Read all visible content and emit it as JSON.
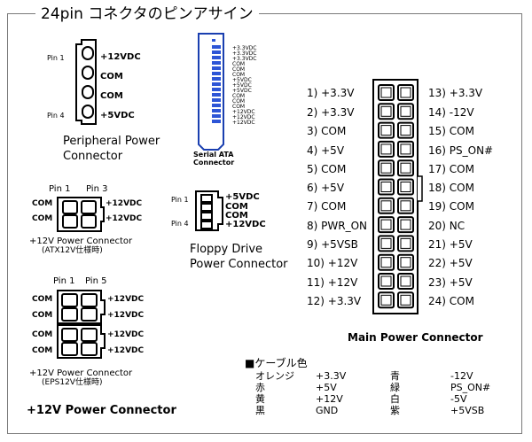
{
  "title": "24pin コネクタのピンアサイン",
  "peripheral": {
    "pin1": "Pin 1",
    "pin4": "Pin 4",
    "labels": [
      "+12VDC",
      "COM",
      "COM",
      "+5VDC"
    ],
    "caption": [
      "Peripheral Power",
      "Connector"
    ]
  },
  "sata": {
    "labels": [
      "+3.3VDC",
      "+3.3VDC",
      "+3.3VDC",
      "COM",
      "COM",
      "COM",
      "+5VDC",
      "+5VDC",
      "+5VDC",
      "COM",
      "COM",
      "COM",
      "+12VDC",
      "+12VDC",
      "+12VDC"
    ],
    "caption": [
      "Serial ATA",
      "Connector"
    ]
  },
  "atx12v": {
    "pin1": "Pin 1",
    "pin3": "Pin 3",
    "left": [
      "COM",
      "COM"
    ],
    "right": [
      "+12VDC",
      "+12VDC"
    ],
    "caption": [
      "+12V Power Connector",
      "(ATX12V仕様時)"
    ]
  },
  "floppy": {
    "pin1": "Pin 1",
    "pin4": "Pin 4",
    "labels": [
      "+5VDC",
      "COM",
      "COM",
      "+12VDC"
    ],
    "caption": [
      "Floppy Drive",
      "Power Connector"
    ]
  },
  "eps12v": {
    "pin1": "Pin 1",
    "pin5": "Pin 5",
    "left": [
      "COM",
      "COM",
      "COM",
      "COM"
    ],
    "right": [
      "+12VDC",
      "+12VDC",
      "+12VDC",
      "+12VDC"
    ],
    "caption": [
      "+12V Power Connector",
      "(EPS12V仕様時)"
    ]
  },
  "bottom_caption": "+12V Power Connector",
  "main": {
    "left": [
      "1) +3.3V",
      "2) +3.3V",
      "3) COM",
      "4) +5V",
      "5) COM",
      "6) +5V",
      "7) COM",
      "8) PWR_ON",
      "9) +5VSB",
      "10) +12V",
      "11) +12V",
      "12) +3.3V"
    ],
    "right": [
      "13) +3.3V",
      "14) -12V",
      "15) COM",
      "16) PS_ON#",
      "17) COM",
      "18) COM",
      "19) COM",
      "20) NC",
      "21) +5V",
      "22) +5V",
      "23) +5V",
      "24) COM"
    ],
    "caption": "Main Power Connector"
  },
  "cable": {
    "heading": "■ケーブル色",
    "rows": [
      [
        "オレンジ",
        "+3.3V",
        "青",
        "-12V"
      ],
      [
        "赤",
        "+5V",
        "緑",
        "PS_ON#"
      ],
      [
        "黄",
        "+12V",
        "白",
        "-5V"
      ],
      [
        "黒",
        "GND",
        "紫",
        "+5VSB"
      ]
    ]
  }
}
